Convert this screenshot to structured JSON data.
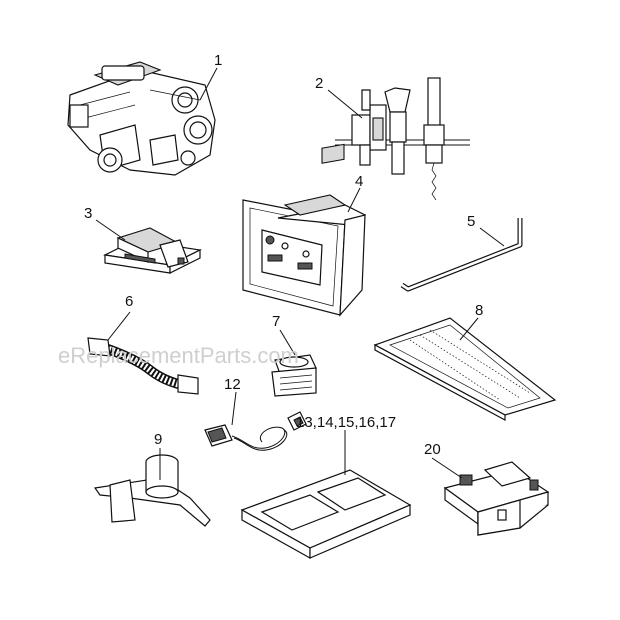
{
  "watermark": "eReplacementParts.com",
  "callouts": [
    {
      "id": "1",
      "label": "1"
    },
    {
      "id": "2",
      "label": "2"
    },
    {
      "id": "3",
      "label": "3"
    },
    {
      "id": "4",
      "label": "4"
    },
    {
      "id": "5",
      "label": "5"
    },
    {
      "id": "6",
      "label": "6"
    },
    {
      "id": "7",
      "label": "7"
    },
    {
      "id": "8",
      "label": "8"
    },
    {
      "id": "9",
      "label": "9"
    },
    {
      "id": "12",
      "label": "12"
    },
    {
      "id": "13-17",
      "label": "13,14,15,16,17"
    },
    {
      "id": "20",
      "label": "20"
    }
  ]
}
